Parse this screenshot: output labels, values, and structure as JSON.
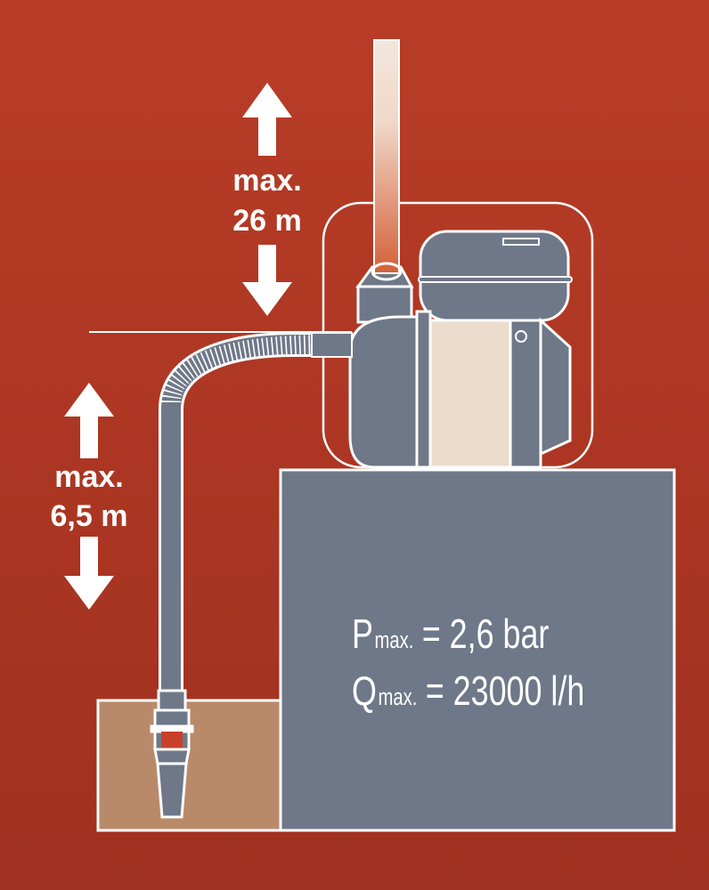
{
  "labels": {
    "delivery_height_top": "max.",
    "delivery_height_value": "26 m",
    "suction_height_top": "max.",
    "suction_height_value": "6,5 m"
  },
  "specs": {
    "pressure_symbol": "P",
    "pressure_sub": "max.",
    "pressure_value": "= 2,6 bar",
    "flow_symbol": "Q",
    "flow_sub": "max.",
    "flow_value": "= 23000 l/h"
  },
  "colors": {
    "background": "#b03a25",
    "pump_grey": "#6f7888",
    "water": "#b98a6a",
    "cream": "#ecdccc",
    "outline": "#ffffff"
  }
}
